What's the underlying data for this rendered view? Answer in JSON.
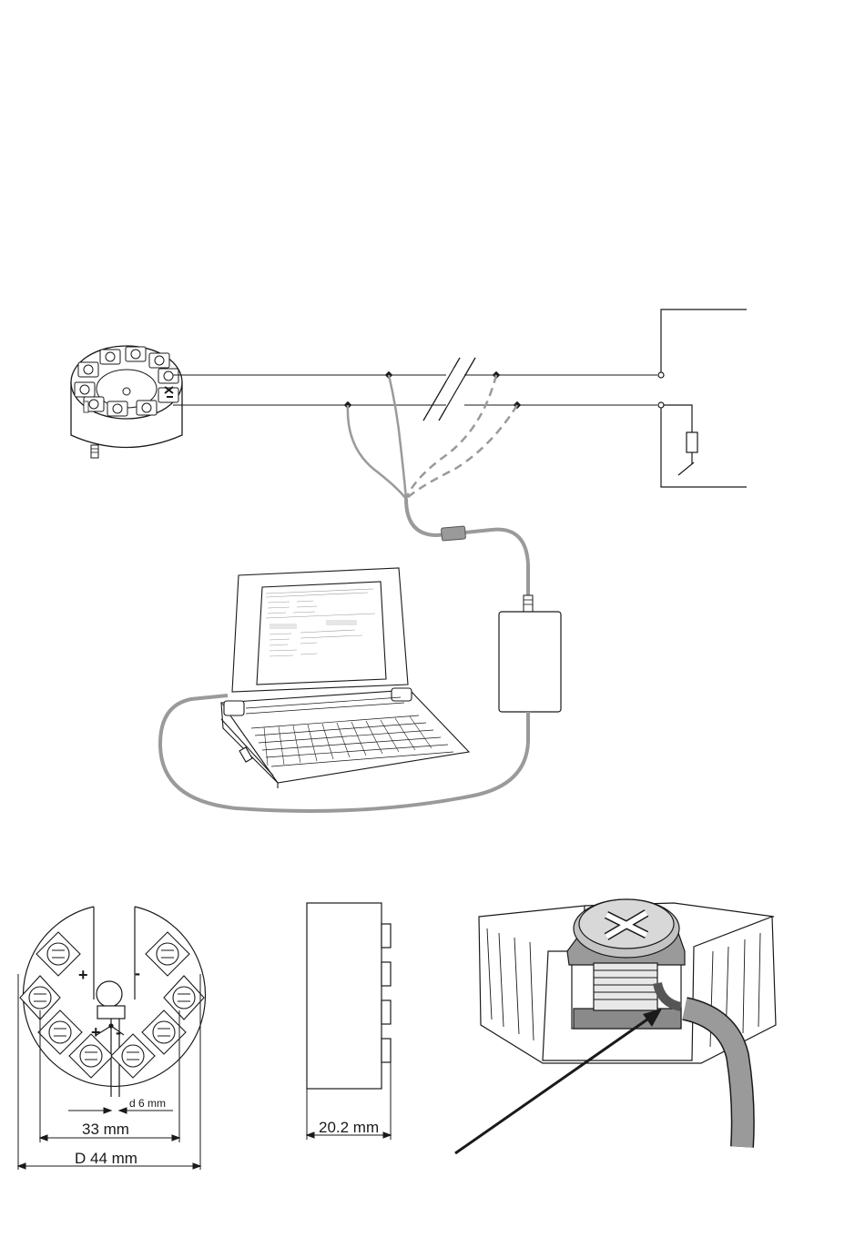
{
  "terminal_head": {
    "plus": "+",
    "minus": "-",
    "diameter_label": "D 44 mm",
    "hole_spacing_label": "33 mm",
    "hole_label": "d 6 mm"
  },
  "side_view": {
    "height_label": "20.2 mm"
  },
  "colors": {
    "line": "#1a1a1a",
    "cable": "#9a9a9a",
    "cable_dark": "#555555"
  }
}
